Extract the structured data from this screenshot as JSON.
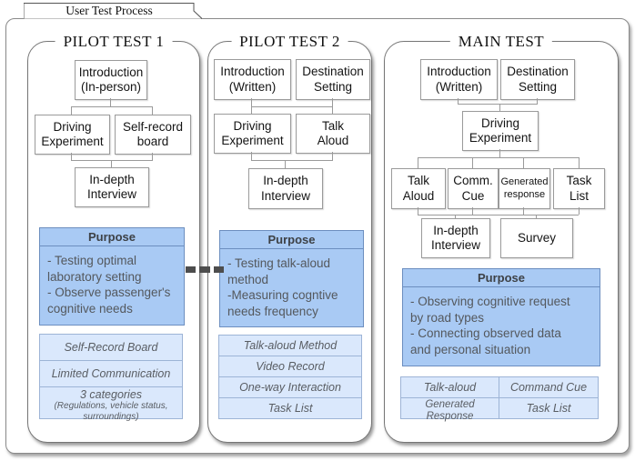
{
  "tab": {
    "label": "User Test Process"
  },
  "columns": [
    {
      "title": "PILOT TEST 1",
      "boxes": {
        "intro": "Introduction\n(In-person)",
        "driving": "Driving\nExperiment",
        "self_record": "Self-record\nboard",
        "interview": "In-depth\nInterview"
      },
      "purpose": {
        "title": "Purpose",
        "body": "- Testing optimal\nlaboratory setting\n- Observe passenger's\ncognitive needs"
      },
      "features": {
        "row1": "Self-Record Board",
        "row2": "Limited Communication",
        "row3_main": "3 categories",
        "row3_note": "(Regulations, vehicle status, surroundings)"
      }
    },
    {
      "title": "PILOT TEST 2",
      "boxes": {
        "intro": "Introduction\n(Written)",
        "destination": "Destination\nSetting",
        "driving": "Driving\nExperiment",
        "talk_aloud": "Talk\nAloud",
        "interview": "In-depth\nInterview"
      },
      "purpose": {
        "title": "Purpose",
        "body": "- Testing talk-aloud\nmethod\n-Measuring cogntive\nneeds frequency"
      },
      "features": {
        "row1": "Talk-aloud Method",
        "row2": "Video Record",
        "row3": "One-way Interaction",
        "row4": "Task List"
      }
    },
    {
      "title": "MAIN TEST",
      "boxes": {
        "intro": "Introduction\n(Written)",
        "destination": "Destination\nSetting",
        "driving": "Driving\nExperiment",
        "talk_aloud": "Talk\nAloud",
        "comm_cue": "Comm.\nCue",
        "generated": "Generated\nresponse",
        "task_list": "Task\nList",
        "interview": "In-depth\nInterview",
        "survey": "Survey"
      },
      "purpose": {
        "title": "Purpose",
        "body": "- Observing cognitive request\nby road types\n- Connecting observed data\nand personal situation"
      },
      "grid": {
        "r1c1": "Talk-aloud",
        "r1c2": "Command Cue",
        "r2c1": "Generated Response",
        "r2c2": "Task List"
      }
    }
  ],
  "colors": {
    "purpose_fill": "#a9caf4",
    "purpose_border": "#6c8ebf",
    "feature_fill": "#dae8fc",
    "connector": "#9a9a9a",
    "link_bar": "#4d4d4d"
  }
}
